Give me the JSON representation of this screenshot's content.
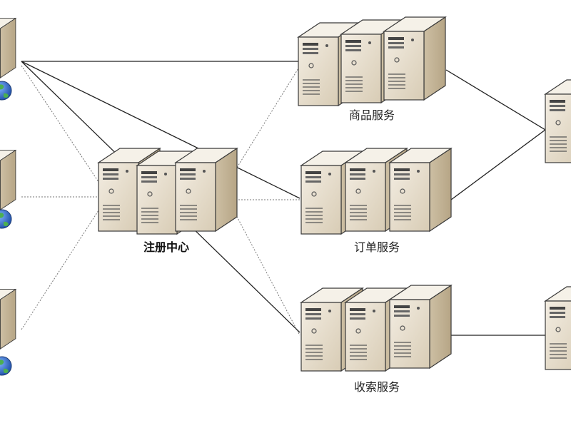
{
  "nodes": {
    "client_top": {
      "label": ""
    },
    "client_mid": {
      "label": ""
    },
    "client_bottom": {
      "label": ""
    },
    "registry": {
      "label": "注册中心"
    },
    "product_service": {
      "label": "商品服务"
    },
    "order_service": {
      "label": "订单服务"
    },
    "receipt_service": {
      "label": "收索服务"
    },
    "right_top": {
      "label": ""
    },
    "right_bottom": {
      "label": ""
    }
  },
  "colors": {
    "server_front": "#e9e0cf",
    "server_side": "#c9b99c",
    "server_top": "#f4efe4",
    "outline": "#3a3a3a",
    "solid_line": "#222222",
    "dotted_line": "#777777",
    "globe_blue": "#3a7bd5",
    "globe_green": "#4caf50"
  },
  "icons": {
    "server": "server-tower-icon",
    "globe": "globe-icon"
  }
}
